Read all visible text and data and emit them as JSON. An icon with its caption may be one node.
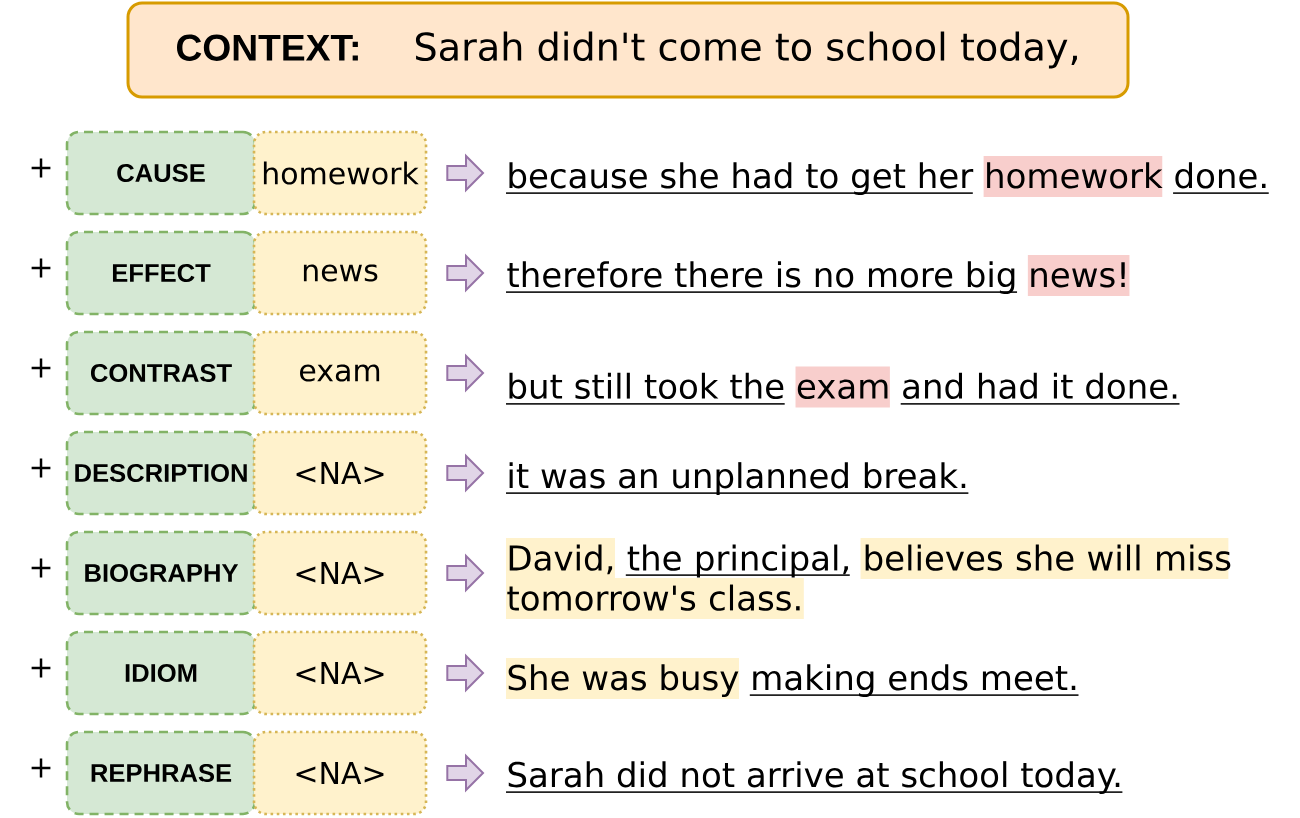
{
  "diagram": {
    "nodes": [
      {
        "text": [
          "CONTEXT:",
          "Sarah didn't come to school today,"
        ]
      },
      {
        "text": [
          "CAUSE"
        ]
      },
      {
        "text": [
          "homework"
        ]
      },
      {
        "text": [
          "because she had to get her homework done."
        ]
      },
      {
        "text": [
          "EFFECT"
        ]
      },
      {
        "text": [
          "news"
        ]
      },
      {
        "text": [
          "therefore there is no more big news!"
        ]
      },
      {
        "text": [
          "CONTRAST"
        ]
      },
      {
        "text": [
          "exam"
        ]
      },
      {
        "text": [
          "but still took the exam and had it done."
        ]
      },
      {
        "text": [
          "DESCRIPTION"
        ]
      },
      {
        "text": [
          "<NA>"
        ]
      },
      {
        "text": [
          "it was an unplanned break."
        ]
      },
      {
        "text": [
          "BIOGRAPHY"
        ]
      },
      {
        "text": [
          "<NA>"
        ]
      },
      {
        "text": [
          "David, the principal, believes she will miss tomorrow's class."
        ]
      },
      {
        "text": [
          "IDIOM"
        ]
      },
      {
        "text": [
          "<NA>"
        ]
      },
      {
        "text": [
          "She was busy making ends meet."
        ]
      },
      {
        "text": [
          "REPHRASE"
        ]
      },
      {
        "text": [
          "<NA>"
        ]
      },
      {
        "text": [
          "Sarah did not arrive at school today."
        ]
      }
    ],
    "edges": [
      {
        "from": 2,
        "to": 3,
        "arrow": "to"
      },
      {
        "from": 5,
        "to": 6,
        "arrow": "to"
      },
      {
        "from": 8,
        "to": 9,
        "arrow": "to"
      },
      {
        "from": 11,
        "to": 12,
        "arrow": "to"
      },
      {
        "from": 14,
        "to": 15,
        "arrow": "to"
      },
      {
        "from": 17,
        "to": 18,
        "arrow": "to"
      },
      {
        "from": 20,
        "to": 21,
        "arrow": "to"
      }
    ],
    "labels": [
      "+",
      "+",
      "+",
      "+",
      "+",
      "+",
      "+"
    ]
  }
}
